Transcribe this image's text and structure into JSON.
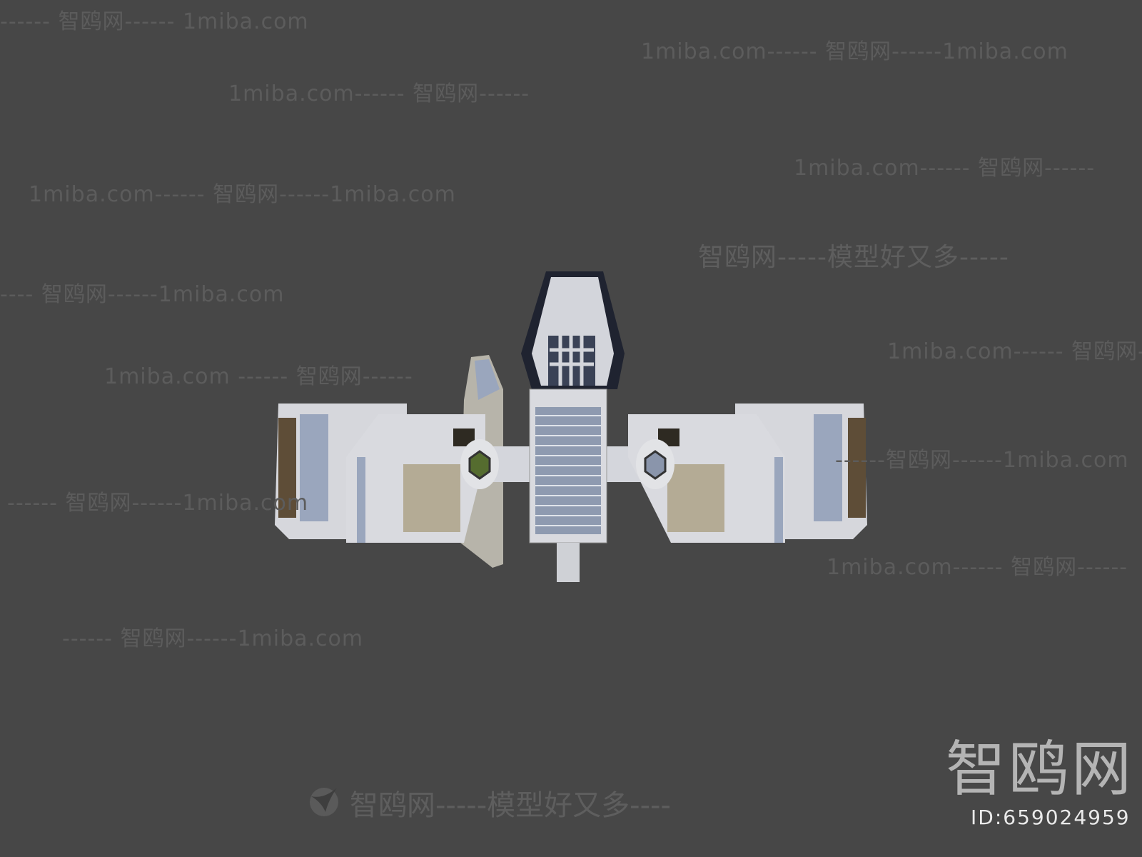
{
  "watermarks": [
    "------ 智鸥网------ 1miba.com",
    "1miba.com------ 智鸥网------1miba.com",
    "1miba.com------ 智鸥网------",
    "1miba.com------ 智鸥网------",
    "1miba.com------ 智鸥网------1miba.com",
    "智鸥网-----模型好又多-----",
    "---- 智鸥网------1miba.com",
    "1miba.com------ 智鸥网-",
    "1miba.com ------ 智鸥网------",
    "------智鸥网------1miba.com",
    "------ 智鸥网------1miba.com",
    "1miba.com------ 智鸥网------",
    "------ 智鸥网------1miba.com"
  ],
  "bottom_slogan": "智鸥网-----模型好又多----",
  "logo": {
    "brand": "智鸥网",
    "id": "ID:659024959"
  },
  "colors": {
    "background": "#474747",
    "hull": "#d9dadf",
    "panel": "#9aa6bd",
    "dark": "#1f2330"
  }
}
